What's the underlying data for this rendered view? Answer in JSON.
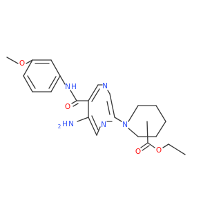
{
  "molecule": {
    "atoms": [
      {
        "id": "o_methoxy",
        "label": "O",
        "color": "#ff0d0d"
      },
      {
        "id": "nh_amide",
        "label": "N",
        "color": "#3050f8"
      },
      {
        "id": "h_amide",
        "label": "H",
        "color": "#3050f8"
      },
      {
        "id": "o_amide",
        "label": "O",
        "color": "#ff0d0d"
      },
      {
        "id": "n_ring_top",
        "label": "N",
        "color": "#3050f8"
      },
      {
        "id": "n_ring_bottom",
        "label": "N",
        "color": "#3050f8"
      },
      {
        "id": "nh2_n",
        "label": "N",
        "color": "#3050f8"
      },
      {
        "id": "nh2_h",
        "label": "H",
        "color": "#3050f8"
      },
      {
        "id": "nh2_sub",
        "label": "2",
        "color": "#3050f8"
      },
      {
        "id": "n_piperidine",
        "label": "N",
        "color": "#3050f8"
      },
      {
        "id": "o_ester_carbonyl",
        "label": "O",
        "color": "#ff0d0d"
      },
      {
        "id": "o_ester_ether",
        "label": "O",
        "color": "#ff0d0d"
      }
    ],
    "bond_color": "#3a3a3a"
  }
}
